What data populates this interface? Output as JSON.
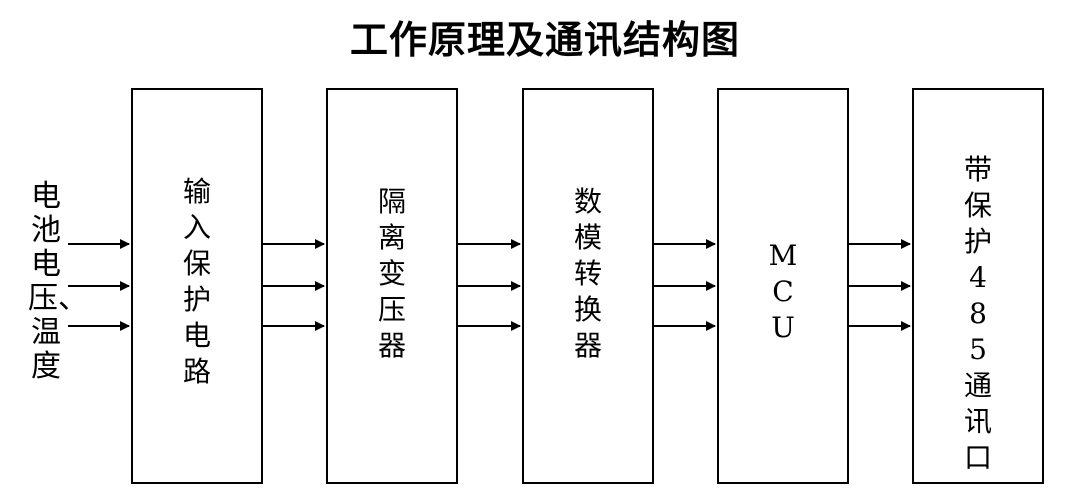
{
  "title": "工作原理及通讯结构图",
  "input_label": "电池电压、温度",
  "blocks": [
    {
      "label": "输\n入\n保\n护\n电\n路"
    },
    {
      "label": "隔\n离\n变\n压\n器"
    },
    {
      "label": "数\n模\n转\n换\n器"
    },
    {
      "label": "M\nC\nU"
    },
    {
      "label": "带\n保\n护\n4\n8\n5\n通\n讯\n口"
    }
  ],
  "colors": {
    "line": "#000000",
    "background": "#ffffff"
  }
}
